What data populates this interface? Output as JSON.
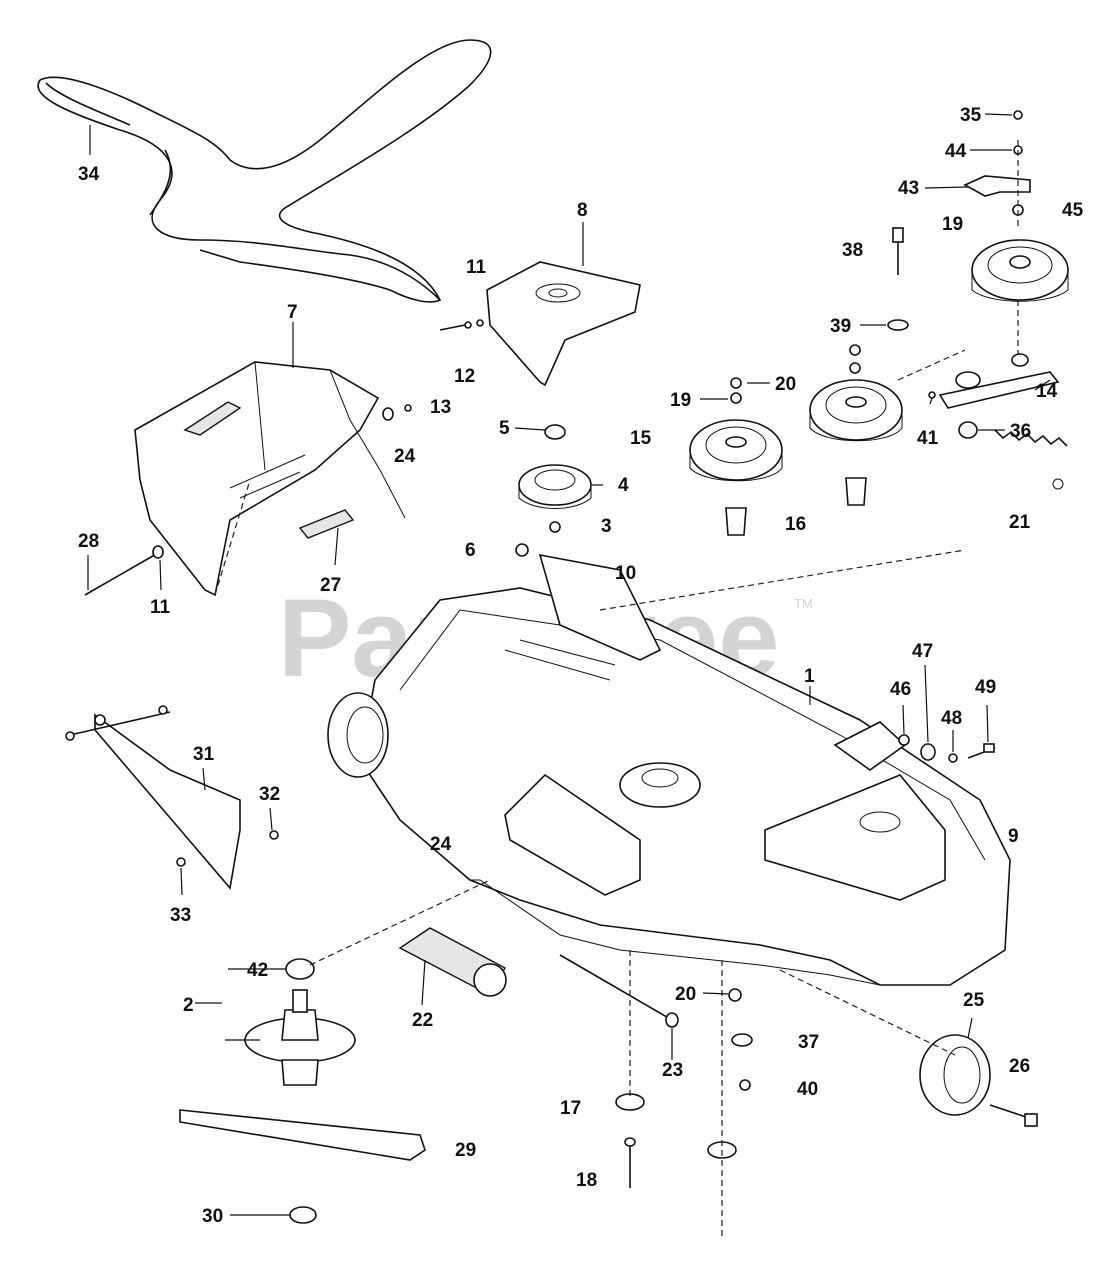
{
  "watermark": {
    "text": "PartsTree",
    "trademark": "TM"
  },
  "callouts": [
    {
      "id": "34",
      "label": "34"
    },
    {
      "id": "35",
      "label": "35"
    },
    {
      "id": "44",
      "label": "44"
    },
    {
      "id": "43",
      "label": "43"
    },
    {
      "id": "19a",
      "label": "19"
    },
    {
      "id": "45",
      "label": "45"
    },
    {
      "id": "8",
      "label": "8"
    },
    {
      "id": "38",
      "label": "38"
    },
    {
      "id": "11a",
      "label": "11"
    },
    {
      "id": "7",
      "label": "7"
    },
    {
      "id": "12",
      "label": "12"
    },
    {
      "id": "39",
      "label": "39"
    },
    {
      "id": "14",
      "label": "14"
    },
    {
      "id": "20a",
      "label": "20"
    },
    {
      "id": "19b",
      "label": "19"
    },
    {
      "id": "13",
      "label": "13"
    },
    {
      "id": "41",
      "label": "41"
    },
    {
      "id": "36",
      "label": "36"
    },
    {
      "id": "5",
      "label": "5"
    },
    {
      "id": "15",
      "label": "15"
    },
    {
      "id": "24a",
      "label": "24"
    },
    {
      "id": "4",
      "label": "4"
    },
    {
      "id": "3",
      "label": "3"
    },
    {
      "id": "16",
      "label": "16"
    },
    {
      "id": "21",
      "label": "21"
    },
    {
      "id": "28",
      "label": "28"
    },
    {
      "id": "6",
      "label": "6"
    },
    {
      "id": "10",
      "label": "10"
    },
    {
      "id": "27",
      "label": "27"
    },
    {
      "id": "11b",
      "label": "11"
    },
    {
      "id": "1",
      "label": "1"
    },
    {
      "id": "47",
      "label": "47"
    },
    {
      "id": "46",
      "label": "46"
    },
    {
      "id": "49",
      "label": "49"
    },
    {
      "id": "48",
      "label": "48"
    },
    {
      "id": "31",
      "label": "31"
    },
    {
      "id": "32",
      "label": "32"
    },
    {
      "id": "9",
      "label": "9"
    },
    {
      "id": "24b",
      "label": "24"
    },
    {
      "id": "33",
      "label": "33"
    },
    {
      "id": "42",
      "label": "42"
    },
    {
      "id": "25",
      "label": "25"
    },
    {
      "id": "2",
      "label": "2"
    },
    {
      "id": "22",
      "label": "22"
    },
    {
      "id": "20b",
      "label": "20"
    },
    {
      "id": "26",
      "label": "26"
    },
    {
      "id": "37",
      "label": "37"
    },
    {
      "id": "23",
      "label": "23"
    },
    {
      "id": "40",
      "label": "40"
    },
    {
      "id": "17",
      "label": "17"
    },
    {
      "id": "29",
      "label": "29"
    },
    {
      "id": "18",
      "label": "18"
    },
    {
      "id": "30",
      "label": "30"
    }
  ]
}
